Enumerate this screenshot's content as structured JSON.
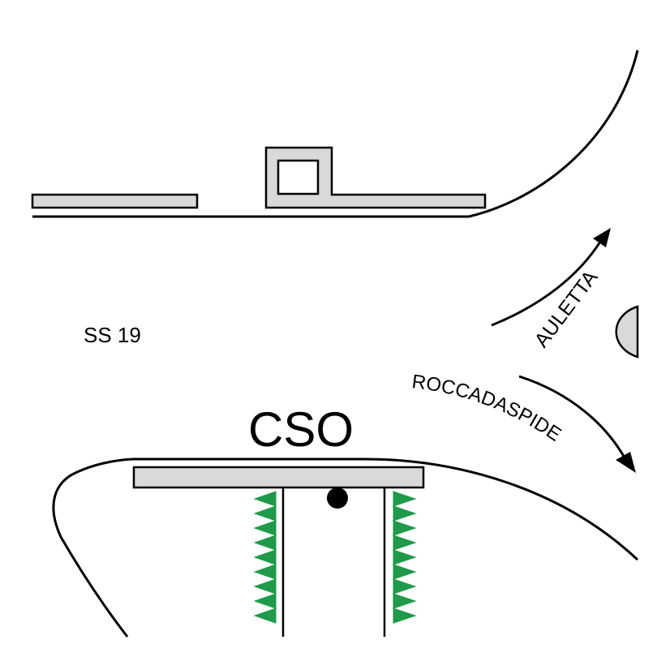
{
  "labels": {
    "road": "SS 19",
    "station": "CSO",
    "direction_north": "AULETTA",
    "direction_south": "ROCCADASPIDE"
  },
  "colors": {
    "line": "#000000",
    "fill_gray": "#d9d9d9",
    "hedge_green": "#1f9a4a",
    "background": "#ffffff"
  },
  "icons": {
    "arrow_north": "curved-arrow-up-right",
    "arrow_south": "curved-arrow-down-right",
    "marker": "filled-circle-dot"
  }
}
